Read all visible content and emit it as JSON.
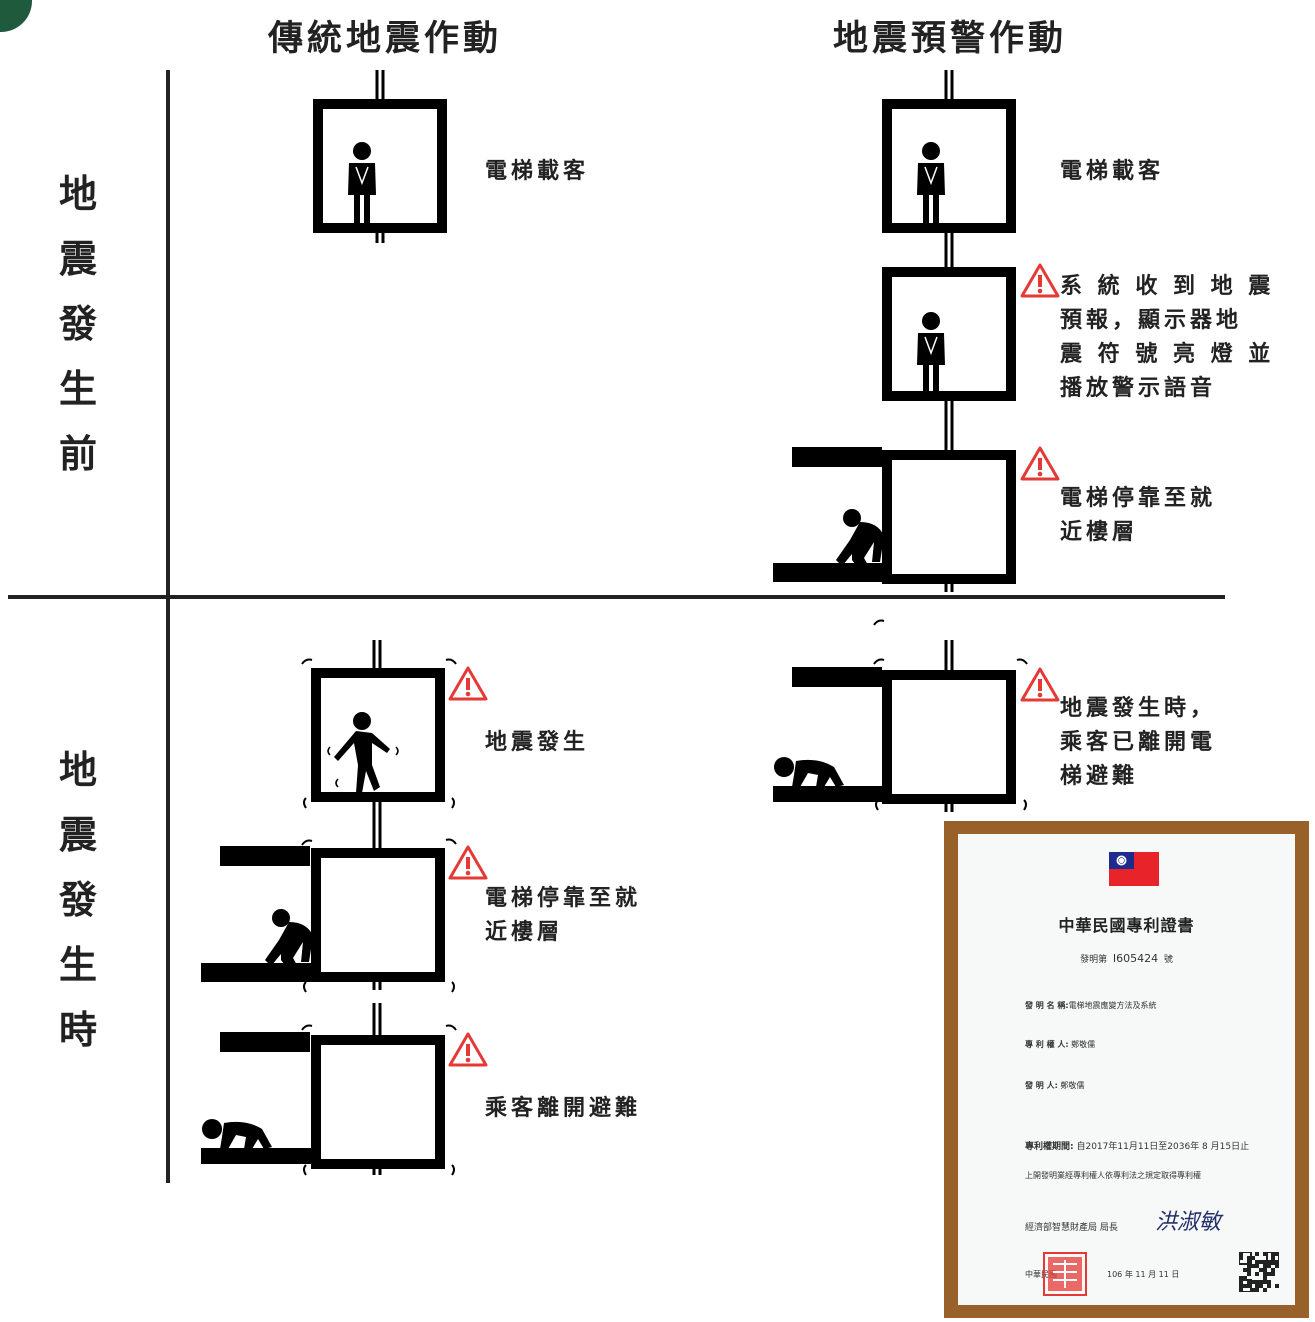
{
  "columns": {
    "traditional": "傳統地震作動",
    "early_warning": "地震預警作動"
  },
  "rows": {
    "before": "地震發生前",
    "during": "地震發生時"
  },
  "labels": {
    "trad_before": "電梯載客",
    "warn_before_1": "電梯載客",
    "warn_before_2": [
      "系 統 收 到 地 震",
      "預報，顯示器地",
      "震 符 號 亮 燈 並",
      "播放警示語音"
    ],
    "warn_before_3": [
      "電梯停靠至就",
      "近樓層"
    ],
    "trad_during_1": "地震發生",
    "trad_during_2": [
      "電梯停靠至就",
      "近樓層"
    ],
    "trad_during_3": "乘客離開避難",
    "warn_during": [
      "地震發生時，",
      "乘客已離開電",
      "梯避難"
    ]
  },
  "certificate": {
    "title": "中華民國專利證書",
    "number_prefix": "發明第",
    "number": "I605424",
    "number_suffix": "號",
    "invention_name_label": "發 明 名 稱:",
    "invention_name": "電梯地震應變方法及系統",
    "patentee_label": "專 利 權 人:",
    "patentee": "鄭敬儒",
    "inventor_label": "發    明    人:",
    "inventor": "鄭敬儒",
    "term_label": "專利權期間:",
    "term": "自2017年11月11日至2036年 8 月15日止",
    "statement": "上開發明業經專利權人依專利法之規定取得專利權",
    "authority": "經濟部智慧財產局 局長",
    "signature": "洪淑敏",
    "date_prefix": "中華民國",
    "date": "106  年   11  月   11  日"
  },
  "colors": {
    "ink": "#000000",
    "text": "#222222",
    "warning_red": "#e53935",
    "frame_brown": "#98612a",
    "corner_green": "#1f5a3c",
    "flag_red": "#e8232a",
    "flag_blue": "#1d2b8f"
  },
  "icons": [
    "warning-triangle-icon",
    "standing-person-icon",
    "falling-person-icon",
    "exiting-person-icon",
    "crawling-person-icon",
    "vibration-mark-icon",
    "taiwan-flag-icon",
    "official-seal-icon",
    "qr-code-icon"
  ]
}
